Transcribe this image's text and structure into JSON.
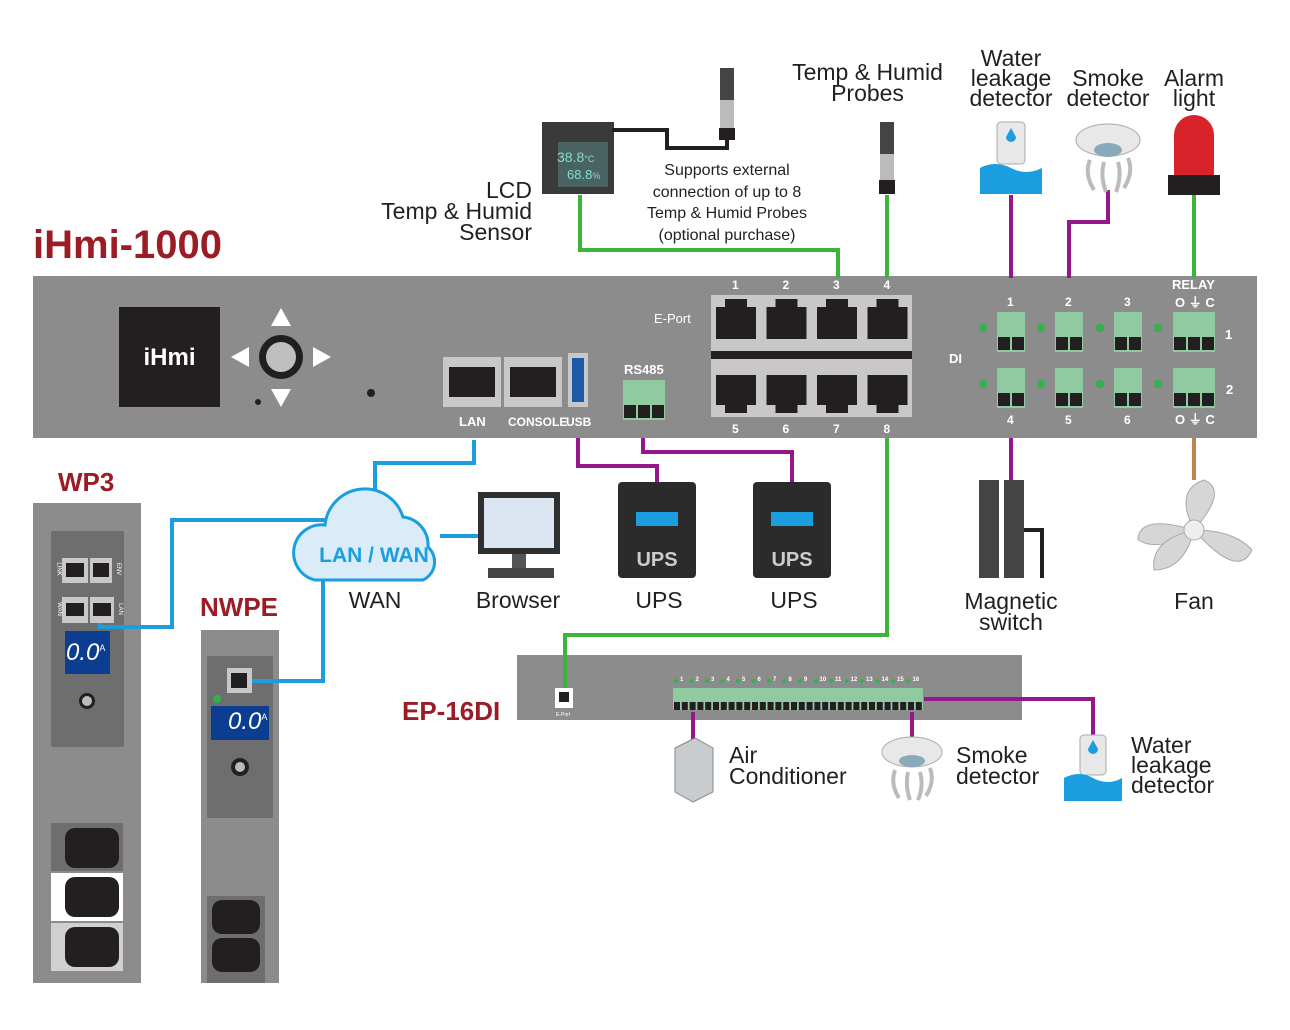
{
  "colors": {
    "title": "#9b1c24",
    "panel": "#8c8c8c",
    "green_line": "#3db43a",
    "purple_line": "#96168c",
    "blue_line": "#1a9ee0",
    "brown_line": "#b8864e",
    "terminal": "#8fcaa0",
    "display": "#0b3d91"
  },
  "title": "iHmi-1000",
  "device": {
    "screen": "iHmi",
    "lan": "LAN",
    "console": "CONSOLE",
    "usb": "USB",
    "rs485": "RS485",
    "eport": "E-Port",
    "eport_top": [
      "1",
      "2",
      "3",
      "4"
    ],
    "eport_bottom": [
      "5",
      "6",
      "7",
      "8"
    ],
    "di": "DI",
    "di_top": [
      "1",
      "2",
      "3"
    ],
    "di_bottom": [
      "4",
      "5",
      "6"
    ],
    "relay": "RELAY",
    "relay_pins": "O ⏚ C",
    "relay_nums": [
      "1",
      "2"
    ]
  },
  "top": {
    "lcd": "LCD\nTemp & Humid\nSensor",
    "lcd_readout": {
      "temp": "38.8",
      "temp_unit": "°C",
      "humid": "68.8",
      "humid_unit": "%"
    },
    "note": "Supports external\nconnection of up to 8\nTemp & Humid Probes\n(optional purchase)",
    "probes": "Temp & Humid\nProbes",
    "water": "Water\nleakage\ndetector",
    "smoke": "Smoke\ndetector",
    "alarm": "Alarm\nlight"
  },
  "bottom": {
    "cloud": "LAN / WAN",
    "wan": "WAN",
    "browser": "Browser",
    "ups_face": "UPS",
    "ups1": "UPS",
    "ups2": "UPS",
    "magnetic": "Magnetic\nswitch",
    "fan": "Fan"
  },
  "wp3": {
    "title": "WP3",
    "ports": [
      "LINK",
      "ENV",
      "WAN",
      "LAN"
    ],
    "reading": "0.0",
    "unit": "A"
  },
  "nwpe": {
    "title": "NWPE",
    "reading": "0.0",
    "unit": "A"
  },
  "ep16di": {
    "title": "EP-16DI",
    "eport": "E-Port",
    "channels": [
      "1",
      "2",
      "3",
      "4",
      "5",
      "6",
      "7",
      "8",
      "9",
      "10",
      "11",
      "12",
      "13",
      "14",
      "15",
      "16"
    ],
    "air": "Air\nConditioner",
    "smoke": "Smoke\ndetector",
    "water": "Water\nleakage\ndetector"
  }
}
